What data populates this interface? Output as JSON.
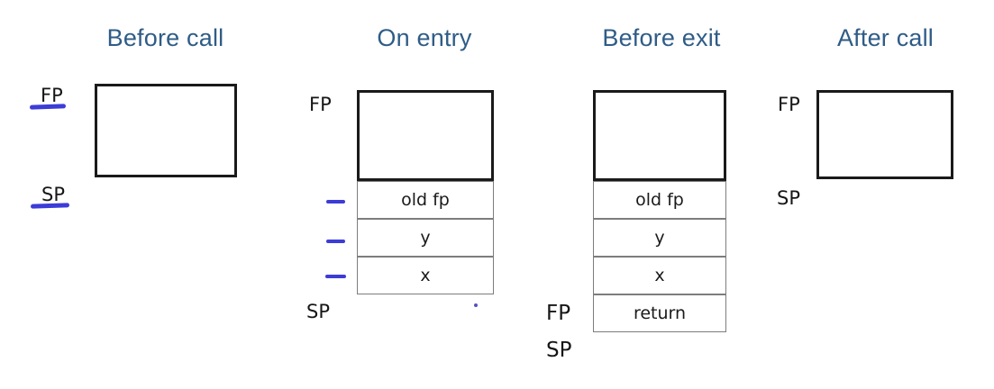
{
  "diagram": {
    "title_color": "#2f5c87",
    "background": "#ffffff",
    "ink_color": "#2b2bd4",
    "panels": [
      {
        "id": "before-call",
        "title": "Before call",
        "frame_label": "",
        "pointers": [
          {
            "name": "FP",
            "label": "FP",
            "has_ink": true
          },
          {
            "name": "SP",
            "label": "SP",
            "has_ink": true
          }
        ],
        "cells": []
      },
      {
        "id": "on-entry",
        "title": "On entry",
        "pointers": [
          {
            "name": "FP",
            "label": "FP",
            "has_ink": false
          },
          {
            "name": "SP",
            "label": "SP",
            "has_ink": false
          }
        ],
        "cells": [
          {
            "label": "old fp",
            "has_ink_mark": true
          },
          {
            "label": "y",
            "has_ink_mark": true
          },
          {
            "label": "x",
            "has_ink_mark": true
          }
        ]
      },
      {
        "id": "before-exit",
        "title": "Before exit",
        "pointers": [
          {
            "name": "FP",
            "label": "FP",
            "has_ink": false
          },
          {
            "name": "SP",
            "label": "SP",
            "has_ink": false
          }
        ],
        "cells": [
          {
            "label": "old fp",
            "has_ink_mark": false
          },
          {
            "label": "y",
            "has_ink_mark": false
          },
          {
            "label": "x",
            "has_ink_mark": false
          },
          {
            "label": "return",
            "has_ink_mark": false
          }
        ]
      },
      {
        "id": "after-call",
        "title": "After call",
        "pointers": [
          {
            "name": "FP",
            "label": "FP",
            "has_ink": false
          },
          {
            "name": "SP",
            "label": "SP",
            "has_ink": false
          }
        ],
        "cells": []
      }
    ]
  }
}
